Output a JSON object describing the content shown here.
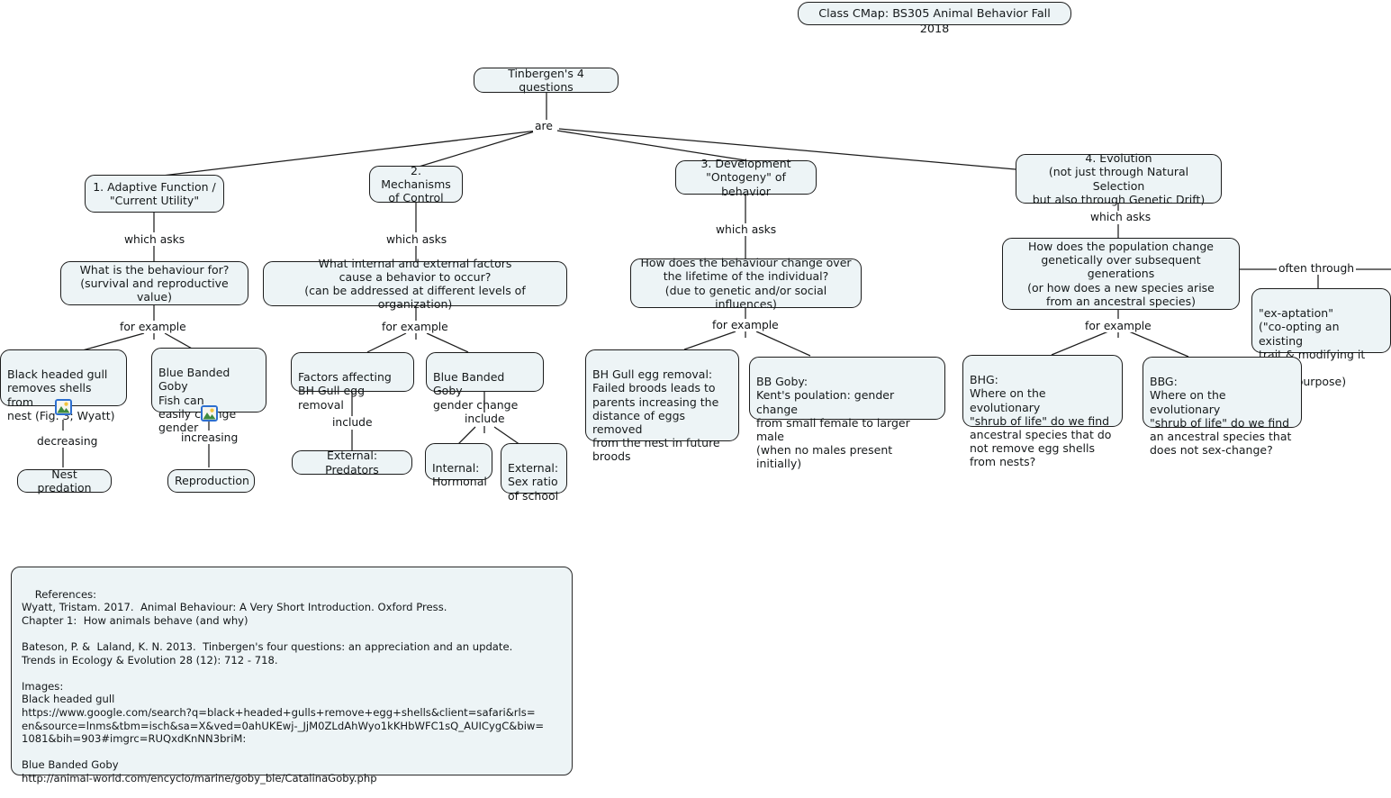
{
  "title_bar": {
    "label": "Class CMap:  BS305 Animal Behavior Fall 2018"
  },
  "colors": {
    "node_fill": "#edf4f6",
    "node_border": "#1c1c1c",
    "icon_border": "#2d6fd0",
    "background": "#ffffff"
  },
  "root": {
    "label": "Tinbergen's 4 questions"
  },
  "link_labels": {
    "are": "are",
    "which_asks_1": "which asks",
    "which_asks_2": "which asks",
    "which_asks_3": "which asks",
    "which_asks_4": "which asks",
    "for_example_1": "for example",
    "for_example_2": "for example",
    "for_example_3": "for example",
    "for_example_4": "for example",
    "decreasing": "decreasing",
    "increasing": "increasing",
    "include_1": "include",
    "include_2": "include",
    "often_through": "often through"
  },
  "branches": {
    "b1": {
      "heading": "1. Adaptive Function /\n\"Current Utility\"",
      "question": "What is the behaviour for?\n(survival and reproductive value)",
      "example_a": "Black headed gull\nremoves shells from\nnest (Fig. 3; Wyatt)",
      "example_b": "Blue Banded Goby\nFish can\neasily change\ngender",
      "outcome_a": "Nest predation",
      "outcome_b": "Reproduction",
      "icon_a": "image-thumbnail-icon",
      "icon_b": "image-thumbnail-icon"
    },
    "b2": {
      "heading": "2. Mechanisms\nof Control",
      "question": "What internal and external factors\ncause a behavior to occur?\n(can be addressed at different levels of organization)",
      "example_a": "Factors affecting\nBH Gull egg removal",
      "example_b": "Blue Banded Goby\ngender change",
      "detail_a": "External: Predators",
      "detail_b": "Internal:\nHormonal",
      "detail_c": "External:\nSex ratio\nof school"
    },
    "b3": {
      "heading": "3.  Development\n\"Ontogeny\" of behavior",
      "question": "How does the behaviour change over\nthe lifetime of the individual?\n(due to genetic and/or social influences)",
      "example_a": "BH Gull egg removal:\nFailed broods leads to\nparents increasing the\ndistance of eggs removed\nfrom the nest in future\nbroods",
      "example_b": "BB Goby:\nKent's poulation: gender change\nfrom small female to larger male\n(when no males present initially)"
    },
    "b4": {
      "heading": "4. Evolution\n(not just through Natural Selection\nbut also through Genetic Drift)",
      "question": "How does the population change\ngenetically over subsequent generations\n(or how does a new species arise\nfrom an ancestral species)",
      "aside": "\"ex-aptation\"\n(\"co-opting an existing\ntrait & modifying it for\na new purpose)",
      "example_a": "BHG:\nWhere on the evolutionary\n \"shrub of life\" do we find\nancestral species that do\nnot remove egg shells\nfrom nests?",
      "example_b": "BBG:\nWhere on the evolutionary\n\"shrub of life\" do we find\nan ancestral species that\ndoes not sex-change?"
    }
  },
  "references": {
    "text": "References:\nWyatt, Tristam. 2017.  Animal Behaviour: A Very Short Introduction. Oxford Press.\nChapter 1:  How animals behave (and why)\n\nBateson, P. &  Laland, K. N. 2013.  Tinbergen's four questions: an appreciation and an update.\nTrends in Ecology & Evolution 28 (12): 712 - 718.\n\nImages:\nBlack headed gull\nhttps://www.google.com/search?q=black+headed+gulls+remove+egg+shells&client=safari&rls=\nen&source=lnms&tbm=isch&sa=X&ved=0ahUKEwj-_JjM0ZLdAhWyo1kKHbWFC1sQ_AUICygC&biw=\n1081&bih=903#imgrc=RUQxdKnNN3briM:\n\nBlue Banded Goby\nhttp://animal-world.com/encyclo/marine/goby_ble/CatalinaGoby.php"
  }
}
